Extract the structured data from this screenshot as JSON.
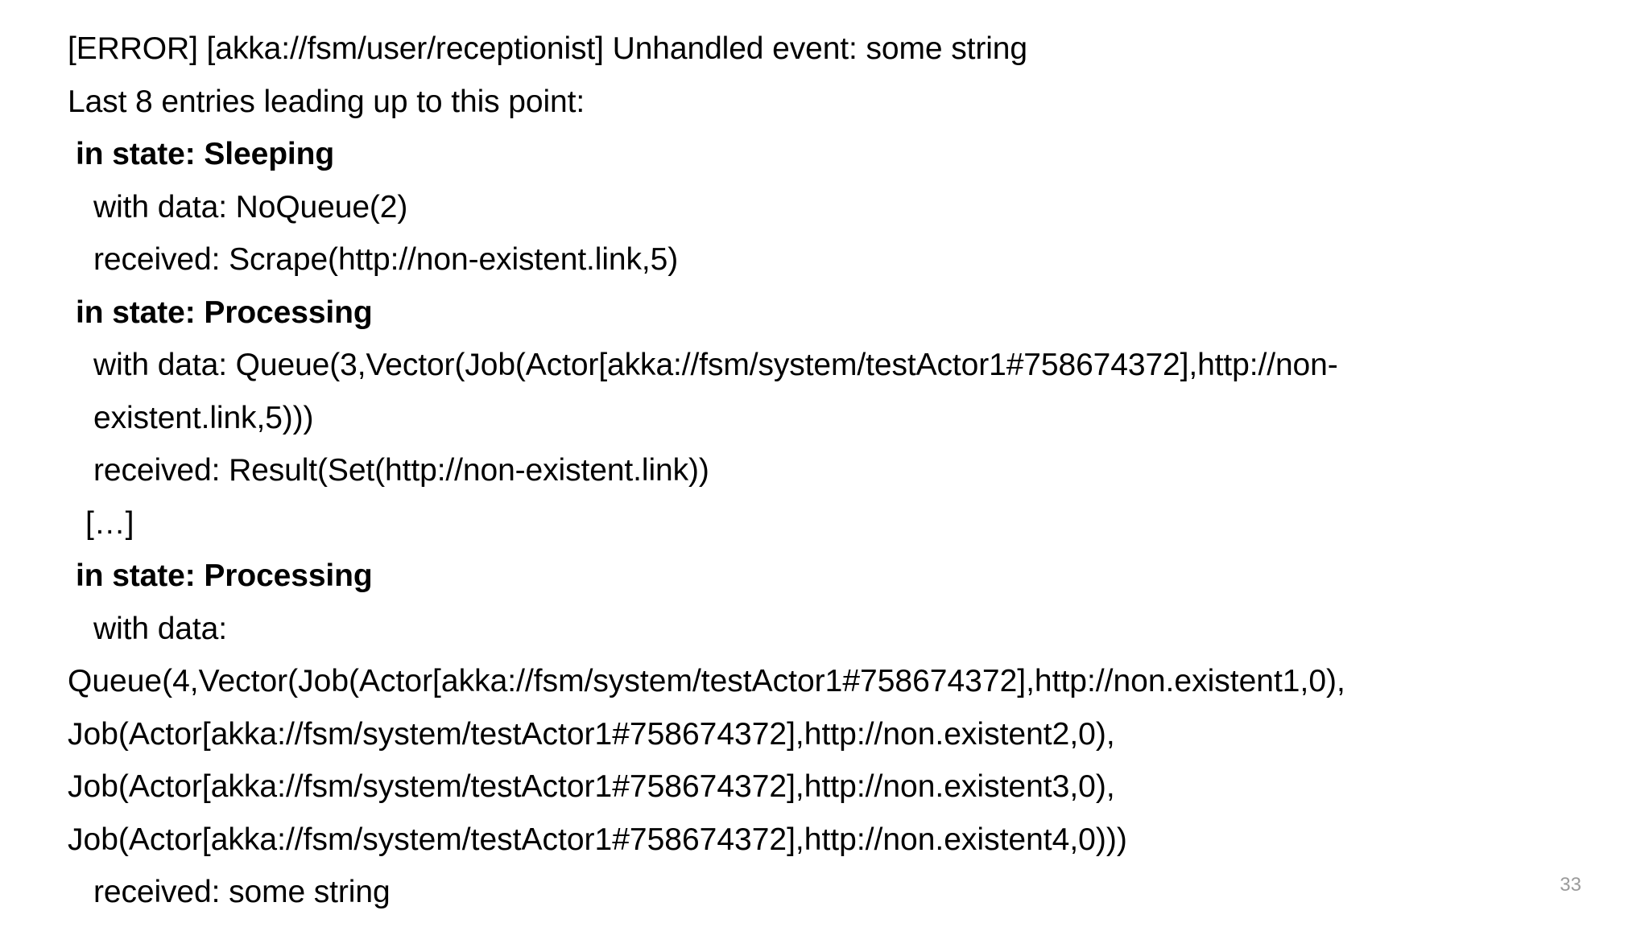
{
  "slide": {
    "page_number": "33",
    "background_color": "#ffffff",
    "text_color": "#000000",
    "page_number_color": "#9b9b9b"
  },
  "log": {
    "lines": [
      {
        "id": "error-header",
        "text": "[ERROR] [akka://fsm/user/receptionist] Unhandled event: some string",
        "bold": false,
        "indent": 0
      },
      {
        "id": "last-entries-header",
        "text": "Last 8 entries leading up to this point:",
        "bold": false,
        "indent": 0
      },
      {
        "id": "state-sleeping",
        "text": "in state: Sleeping",
        "bold": true,
        "indent": 1
      },
      {
        "id": "data-noqueue",
        "text": "with data: NoQueue(2)",
        "bold": false,
        "indent": 2
      },
      {
        "id": "received-scrape",
        "text": "received: Scrape(http://non-existent.link,5)",
        "bold": false,
        "indent": 2
      },
      {
        "id": "state-processing-1",
        "text": "in state: Processing",
        "bold": true,
        "indent": 1
      },
      {
        "id": "data-queue-3",
        "text": "with data: Queue(3,Vector(Job(Actor[akka://fsm/system/testActor1#758674372],http://non-existent.link,5)))",
        "bold": false,
        "indent": 2
      },
      {
        "id": "received-result",
        "text": "received: Result(Set(http://non-existent.link))",
        "bold": false,
        "indent": 2
      },
      {
        "id": "ellipsis",
        "text": "[…]",
        "bold": false,
        "indent": 3
      },
      {
        "id": "state-processing-2",
        "text": "in state: Processing",
        "bold": true,
        "indent": 1
      },
      {
        "id": "data-queue-4",
        "text": "with data:",
        "bold": false,
        "indent": 2
      },
      {
        "id": "queue-4-body",
        "text": "Queue(4,Vector(Job(Actor[akka://fsm/system/testActor1#758674372],http://non.existent1,0),\nJob(Actor[akka://fsm/system/testActor1#758674372],http://non.existent2,0),\nJob(Actor[akka://fsm/system/testActor1#758674372],http://non.existent3,0),\nJob(Actor[akka://fsm/system/testActor1#758674372],http://non.existent4,0)))",
        "bold": false,
        "indent": 0
      },
      {
        "id": "received-some-string",
        "text": "received: some string",
        "bold": false,
        "indent": 2
      }
    ]
  }
}
